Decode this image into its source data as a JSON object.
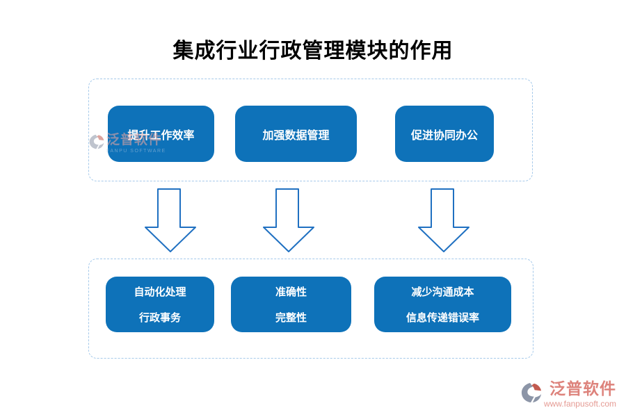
{
  "title": "集成行业行政管理模块的作用",
  "colors": {
    "box_blue": "#0E72B9",
    "arrow_stroke": "#1F70C1",
    "container_dash_border": "#A5C9EA",
    "box_text": "#FFFFFF",
    "title_text": "#000000",
    "logo_red": "#DD827B",
    "logo_url": "#E59B94",
    "logo_gray": "#8C95A7",
    "logo_accent": "#C25B50",
    "watermark_pink": "#F0A8A0"
  },
  "top_group": {
    "items": [
      {
        "label": "提升工作效率"
      },
      {
        "label": "加强数据管理"
      },
      {
        "label": "促进协同办公"
      }
    ]
  },
  "bottom_group": {
    "items": [
      {
        "line1": "自动化处理",
        "line2": "行政事务"
      },
      {
        "line1": "准确性",
        "line2": "完整性"
      },
      {
        "line1": "减少沟通成本",
        "line2": "信息传递错误率"
      }
    ]
  },
  "watermark": {
    "text": "泛普软件",
    "subtext": "FANPU SOFTWARE"
  },
  "brand": {
    "text": "泛普软件",
    "url": "www.fanpusoft.com"
  }
}
